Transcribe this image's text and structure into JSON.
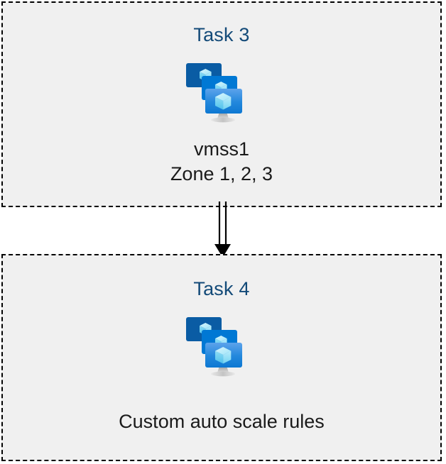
{
  "diagram": {
    "title_color": "#134a78",
    "label_color": "#1a1a1a",
    "box_fill": "#f0f0f0",
    "box_border_color": "#000000",
    "canvas_background": "#ffffff",
    "icon_colors": {
      "monitor_back": "#0a5ca4",
      "monitor_middle": "#0078d4",
      "monitor_front_top": "#4f9ae8",
      "monitor_front_bottom": "#0d7ad4",
      "cube_light": "#c3f1fb",
      "cube_mid": "#7fdcf5",
      "cube_dark": "#32b4e8",
      "stand_gray": "#a6a6a6"
    },
    "boxes": [
      {
        "id": "task-3",
        "title": "Task 3",
        "icon": "vm-scale-set-icon",
        "labels": [
          "vmss1",
          "Zone 1, 2, 3"
        ]
      },
      {
        "id": "task-4",
        "title": "Task 4",
        "icon": "vm-scale-set-icon",
        "labels": [
          "Custom auto scale rules"
        ]
      }
    ],
    "connector": {
      "id": "arrow-task3-to-task4",
      "style": "double-line-arrow",
      "direction": "down",
      "color": "#000000"
    }
  }
}
